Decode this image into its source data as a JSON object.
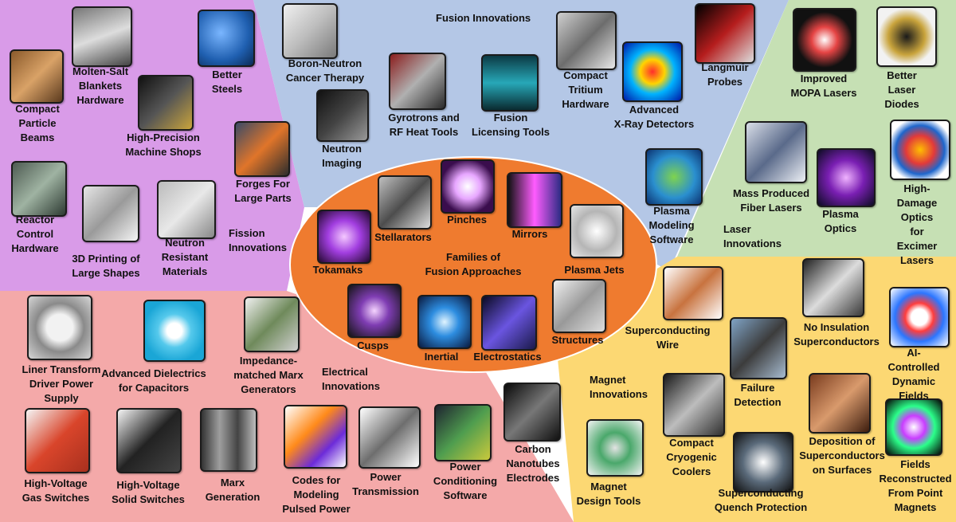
{
  "sectors": {
    "fusion": "Fusion Innovations",
    "fission": "Fission\nInnovations",
    "laser": "Laser\nInnovations",
    "electrical": "Electrical\nInnovations",
    "magnet": "Magnet\nInnovations"
  },
  "center_title": "Families of\nFusion Approaches",
  "colors": {
    "fission": "#d99be8",
    "fusion": "#b4c7e6",
    "laser": "#c6e0b4",
    "electrical": "#f4a9a9",
    "magnet": "#fcd873",
    "center": "#ef7b2f"
  },
  "items": {
    "compact_particle_beams": {
      "label": "Compact\nParticle\nBeams",
      "icon": "particle-beam-icon"
    },
    "molten_salt": {
      "label": "Molten-Salt\nBlankets\nHardware",
      "icon": "molten-salt-icon"
    },
    "better_steels": {
      "label": "Better\nSteels",
      "icon": "steel-icon"
    },
    "precision_machine": {
      "label": "High-Precision\nMachine Shops",
      "icon": "machine-shop-icon"
    },
    "forges": {
      "label": "Forges For\nLarge Parts",
      "icon": "forge-icon"
    },
    "reactor_control": {
      "label": "Reactor\nControl\nHardware",
      "icon": "control-panel-icon"
    },
    "printing_3d": {
      "label": "3D Printing of\nLarge Shapes",
      "icon": "3d-print-icon"
    },
    "neutron_resistant": {
      "label": "Neutron\nResistant\nMaterials",
      "icon": "materials-icon"
    },
    "boron_neutron": {
      "label": "Boron-Neutron\nCancer Therapy",
      "icon": "therapy-icon"
    },
    "neutron_imaging": {
      "label": "Neutron\nImaging",
      "icon": "imaging-icon"
    },
    "gyrotrons": {
      "label": "Gyrotrons and\nRF Heat Tools",
      "icon": "gyrotron-icon"
    },
    "fusion_licensing": {
      "label": "Fusion\nLicensing Tools",
      "icon": "cooling-tower-icon"
    },
    "compact_tritium": {
      "label": "Compact\nTritium\nHardware",
      "icon": "tritium-icon"
    },
    "xray_detectors": {
      "label": "Advanced\nX-Ray Detectors",
      "icon": "xray-icon"
    },
    "langmuir": {
      "label": "Langmuir\nProbes",
      "icon": "probe-icon"
    },
    "plasma_modeling": {
      "label": "Plasma\nModeling\nSoftware",
      "icon": "simulation-icon"
    },
    "mopa_lasers": {
      "label": "Improved\nMOPA Lasers",
      "icon": "fiber-laser-icon"
    },
    "laser_diodes": {
      "label": "Better Laser\nDiodes",
      "icon": "laser-diode-icon"
    },
    "fiber_lasers": {
      "label": "Mass Produced\nFiber Lasers",
      "icon": "fiber-rack-icon"
    },
    "plasma_optics": {
      "label": "Plasma\nOptics",
      "icon": "optics-icon"
    },
    "excimer": {
      "label": "High-Damage\nOptics for\nExcimer Lasers",
      "icon": "excimer-icon"
    },
    "tokamaks": {
      "label": "Tokamaks",
      "icon": "tokamak-icon"
    },
    "stellarators": {
      "label": "Stellarators",
      "icon": "stellarator-icon"
    },
    "pinches": {
      "label": "Pinches",
      "icon": "pinch-icon"
    },
    "mirrors": {
      "label": "Mirrors",
      "icon": "mirror-icon"
    },
    "plasma_jets": {
      "label": "Plasma Jets",
      "icon": "plasma-jet-icon"
    },
    "cusps": {
      "label": "Cusps",
      "icon": "cusp-icon"
    },
    "inertial": {
      "label": "Inertial",
      "icon": "inertial-icon"
    },
    "electrostatics": {
      "label": "Electrostatics",
      "icon": "electrostatic-icon"
    },
    "structures": {
      "label": "Structures",
      "icon": "structure-icon"
    },
    "liner_transform": {
      "label": "Liner Transform\nDriver Power\nSupply",
      "icon": "ring-icon"
    },
    "dielectrics": {
      "label": "Advanced Dielectrics\nfor Capacitors",
      "icon": "film-roll-icon"
    },
    "impedance_marx": {
      "label": "Impedance-\nmatched Marx\nGenerators",
      "icon": "marx-icon"
    },
    "gas_switches": {
      "label": "High-Voltage\nGas Switches",
      "icon": "gas-switch-icon"
    },
    "solid_switches": {
      "label": "High-Voltage\nSolid Switches",
      "icon": "solid-switch-icon"
    },
    "marx_generation": {
      "label": "Marx\nGeneration",
      "icon": "generator-icon"
    },
    "pulsed_codes": {
      "label": "Codes for\nModeling\nPulsed Power",
      "icon": "heatmap-icon"
    },
    "power_transmission": {
      "label": "Power\nTransmission",
      "icon": "bar-icon"
    },
    "power_software": {
      "label": "Power\nConditioning\nSoftware",
      "icon": "dashboard-icon"
    },
    "nanotubes": {
      "label": "Carbon\nNanotubes\nElectrodes",
      "icon": "nanotube-icon"
    },
    "sc_wire": {
      "label": "Superconducting\nWire",
      "icon": "wire-icon"
    },
    "no_insulation": {
      "label": "No Insulation\nSuperconductors",
      "icon": "coil-icon"
    },
    "ai_fields": {
      "label": "AI-Controlled\nDynamic\nFields",
      "icon": "field-icon"
    },
    "failure_detection": {
      "label": "Failure\nDetection",
      "icon": "detector-icon"
    },
    "cryo_coolers": {
      "label": "Compact\nCryogenic\nCoolers",
      "icon": "cooler-icon"
    },
    "deposition": {
      "label": "Deposition of\nSuperconductors\non Surfaces",
      "icon": "surface-icon"
    },
    "magnet_design": {
      "label": "Magnet\nDesign Tools",
      "icon": "magnet-design-icon"
    },
    "quench": {
      "label": "Superconducting\nQuench Protection",
      "icon": "quench-icon"
    },
    "point_magnets": {
      "label": "Fields\nReconstructed\nFrom Point\nMagnets",
      "icon": "point-field-icon"
    }
  }
}
